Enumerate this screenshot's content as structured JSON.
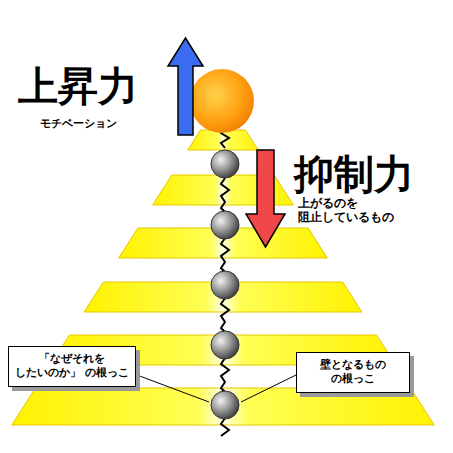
{
  "diagram": {
    "nodes": [
      {
        "text": [
          "「なぜそれを したいのか」 の根っこ"
        ]
      },
      {
        "text": [
          "壁となるもの の根っこ"
        ]
      }
    ],
    "labels": [
      "上昇力",
      "モチベーション",
      "抑制力",
      "上がるのを 阻止しているもの"
    ]
  }
}
